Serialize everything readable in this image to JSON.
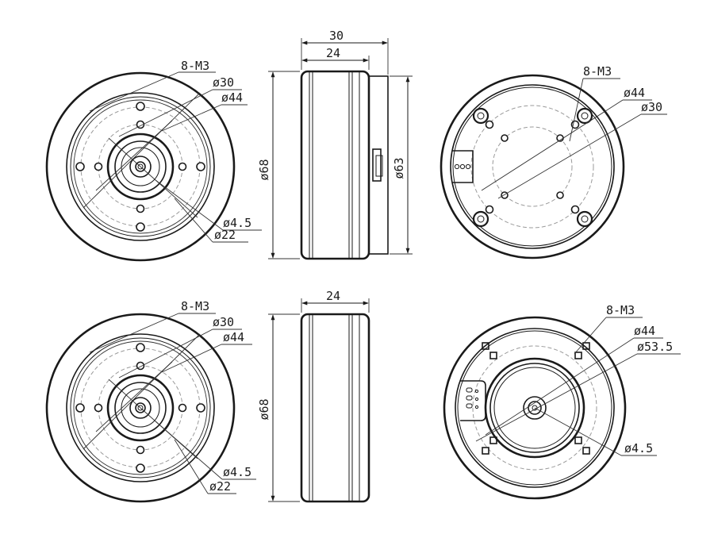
{
  "colors": {
    "line": "#1a1a1a",
    "background": "#ffffff",
    "dashed_circle": "#9a9a9a"
  },
  "top_front": {
    "holes_label": "8-M3",
    "d30": "ø30",
    "d44": "ø44",
    "d45": "ø4.5",
    "d22": "ø22"
  },
  "top_side": {
    "width_total": "30",
    "width_body": "24",
    "diameter_body": "ø68",
    "diameter_back": "ø63"
  },
  "top_back": {
    "holes_label": "8-M3",
    "d44": "ø44",
    "d30": "ø30"
  },
  "bottom_front": {
    "holes_label": "8-M3",
    "d30": "ø30",
    "d44": "ø44",
    "d45": "ø4.5",
    "d22": "ø22"
  },
  "bottom_side": {
    "width_body": "24",
    "diameter_body": "ø68"
  },
  "bottom_back": {
    "holes_label": "8-M3",
    "d44": "ø44",
    "d535": "ø53.5",
    "d45": "ø4.5"
  }
}
